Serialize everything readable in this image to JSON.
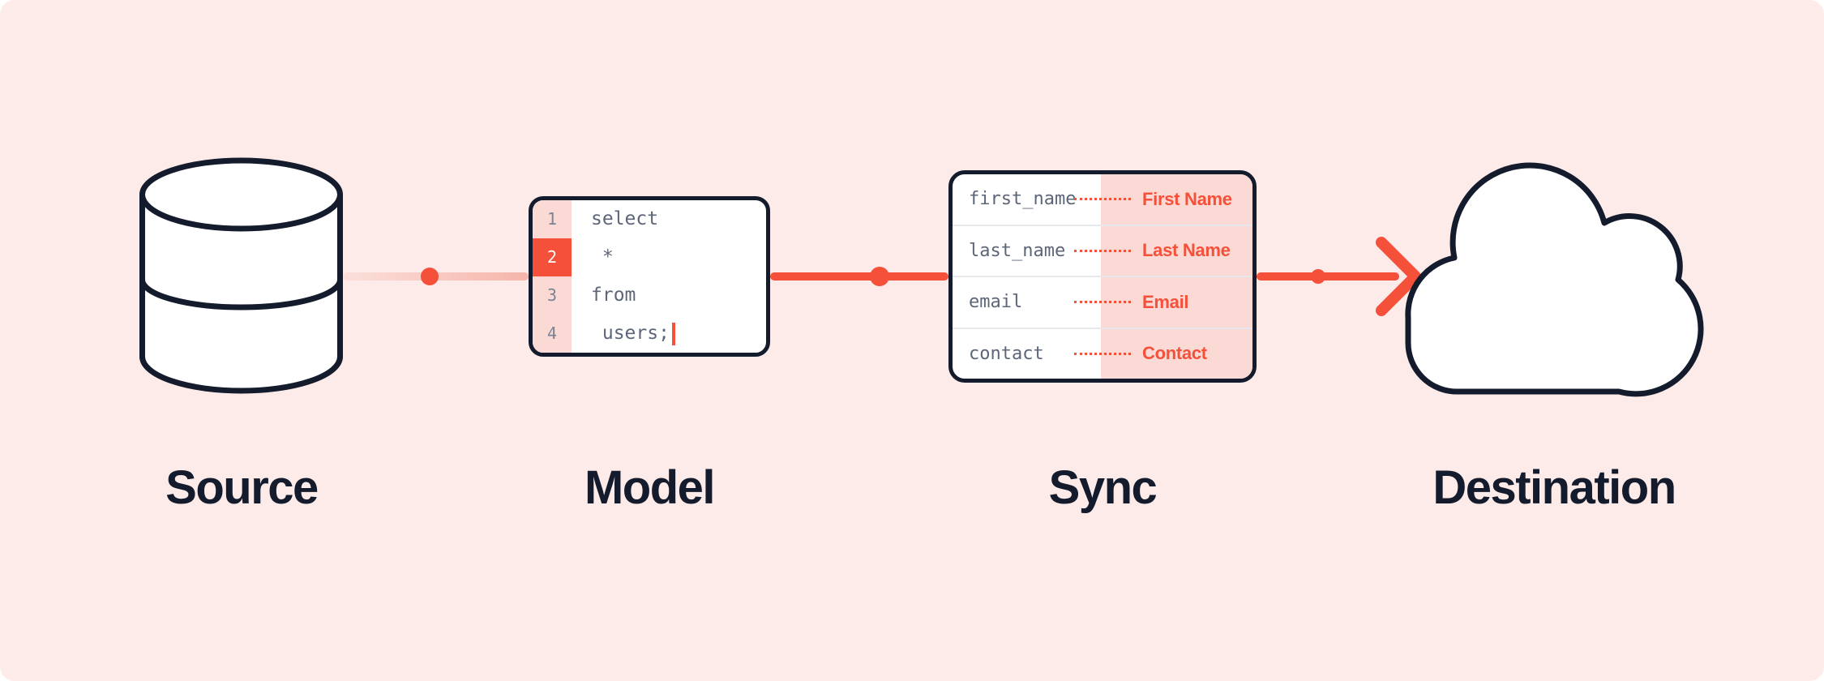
{
  "diagram_title": "data-pipeline-flow",
  "colors": {
    "bg": "#fcebe8",
    "ink": "#141b2c",
    "red": "#f4503a",
    "pink": "#fbdad5",
    "slate": "#5d6678",
    "num": "#7a8394",
    "divider": "#e7e8ec",
    "line-light": "#fbdfda",
    "line-mid": "#f6b5ab",
    "white": "#ffffff"
  },
  "stages": {
    "source": {
      "label": "Source",
      "icon": "database-icon"
    },
    "model": {
      "label": "Model",
      "icon": "sql-editor"
    },
    "sync": {
      "label": "Sync",
      "icon": "mapping-table"
    },
    "destination": {
      "label": "Destination",
      "icon": "cloud-icon"
    }
  },
  "model": {
    "lines": [
      {
        "no": "1",
        "code": "select",
        "highlighted": false
      },
      {
        "no": "2",
        "code": " *",
        "highlighted": true
      },
      {
        "no": "3",
        "code": "from",
        "highlighted": false
      },
      {
        "no": "4",
        "code": " users;",
        "highlighted": false,
        "has_cursor": true
      }
    ]
  },
  "sync": {
    "rows": [
      {
        "source": "first_name",
        "target": "First Name"
      },
      {
        "source": "last_name",
        "target": "Last Name"
      },
      {
        "source": "email",
        "target": "Email"
      },
      {
        "source": "contact",
        "target": "Contact"
      }
    ]
  }
}
